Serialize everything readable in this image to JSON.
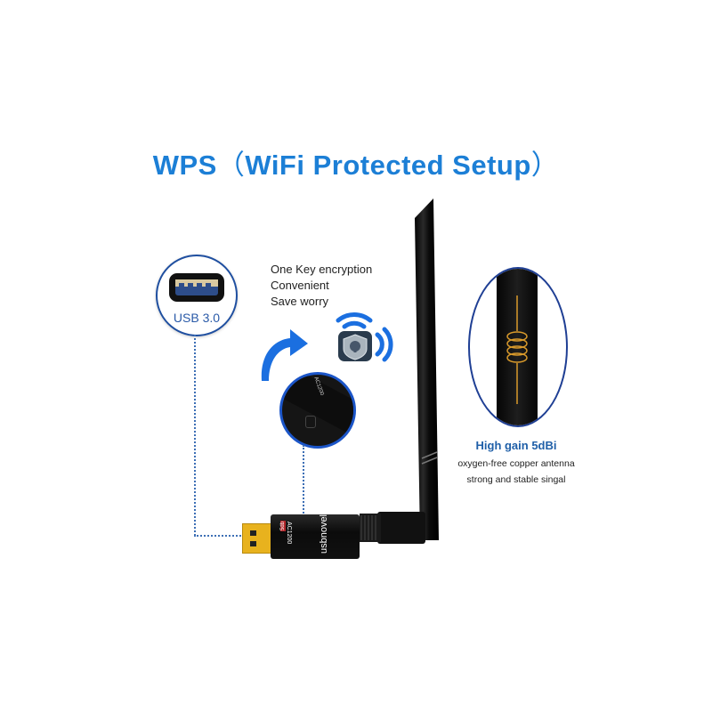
{
  "title": {
    "prefix": "WPS",
    "open_paren": "（",
    "main": "WiFi Protected Setup",
    "close_paren": "）",
    "color": "#1c7fd6"
  },
  "usb_badge": {
    "label": "USB 3.0",
    "ring_color": "#1f4fa0"
  },
  "wps_features": {
    "lines": [
      "One Key encryption",
      "Convenient",
      "Save worry"
    ]
  },
  "device": {
    "brand": "usbnovel",
    "model": "AC1200",
    "band_label": "5db",
    "connector_color": "#e8b21e",
    "body_color": "#111111"
  },
  "antenna_callout": {
    "headline": "High gain 5dBi",
    "line1": "oxygen-free copper antenna",
    "line2": "strong and stable singal",
    "headline_color": "#1f5fa8",
    "coil_color": "#d99a2b"
  },
  "icons": {
    "arrow": "curved-arrow-icon",
    "wifi_lock": "wifi-lock-icon",
    "usb_port": "usb-port-icon",
    "coil": "antenna-coil-icon"
  }
}
